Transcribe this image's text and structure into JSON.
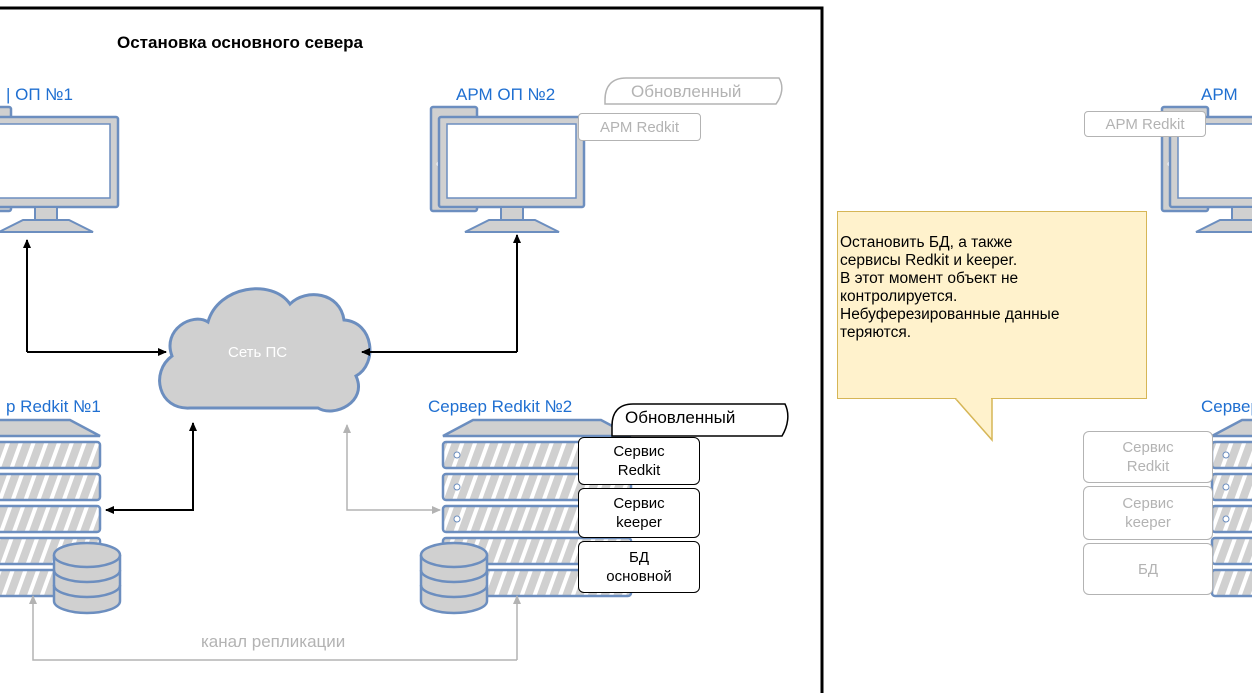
{
  "title": "Остановка основного севера",
  "arm1_label": "| ОП №1",
  "arm2_label": "АРМ ОП №2",
  "arm3_label": "АРМ",
  "cloud_label": "Сеть ПС",
  "server1_label": "р Redkit №1",
  "server2_label": "Сервер Redkit №2",
  "server3_label": "Сервер",
  "arm_updated_tag": "Обновленный",
  "arm_redkit_tag": "АРМ Redkit",
  "arm3_redkit_tag": "АРМ Redkit",
  "server_updated_tag": "Обновленный",
  "services": [
    "Сервис\nRedkit",
    "Сервис\nkeeper",
    "БД\nосновной"
  ],
  "stopped_services": [
    "Сервис\nRedkit",
    "Сервис\nkeeper",
    "БД"
  ],
  "replication_label": "канал репликации",
  "note_text": "Остановить БД, а также\nсервисы Redkit и keeper.\nВ этот момент объект не\nконтролируется.\nНебуферезированные данные\nтеряются.",
  "colors": {
    "device_fill": "#d0d0d0",
    "device_stroke": "#6c8ebf",
    "link": "#000000",
    "replication": "#b3b3b3",
    "note_fill": "#fff2cc",
    "note_stroke": "#d6b656",
    "label_blue": "#1f6fd1"
  }
}
